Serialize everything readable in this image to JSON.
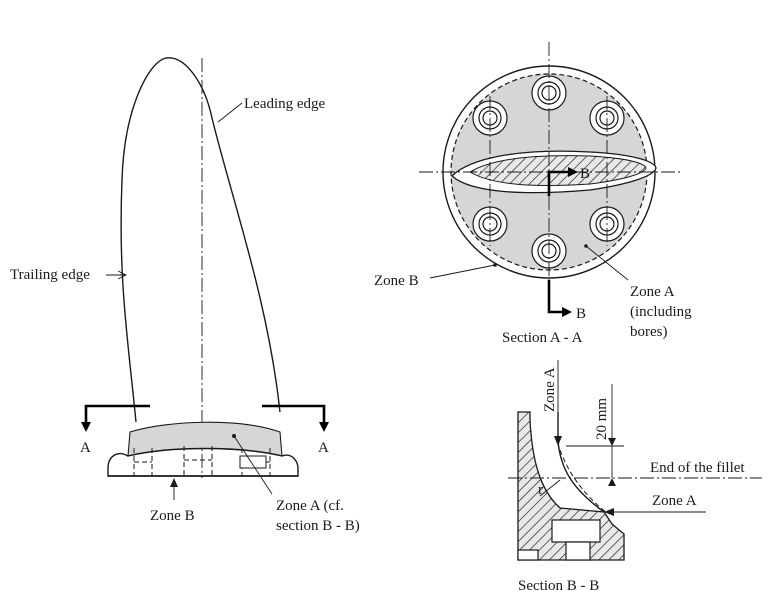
{
  "blade_view": {
    "leading_edge": "Leading edge",
    "trailing_edge": "Trailing edge",
    "cut_left": "A",
    "cut_right": "A",
    "zone_b": "Zone B",
    "zone_a_line1": "Zone A (cf.",
    "zone_a_line2": "section B - B)"
  },
  "section_aa": {
    "title": "Section A - A",
    "zone_b": "Zone B",
    "zone_a_line1": "Zone A",
    "zone_a_line2": "(including",
    "zone_a_line3": "bores)",
    "cut_top": "B",
    "cut_bottom": "B"
  },
  "section_bb": {
    "title": "Section B - B",
    "zone_a_vertical": "Zone A",
    "dimension": "20 mm",
    "fillet_label": "End of the fillet",
    "zone_a": "Zone A",
    "radius": "r"
  },
  "colors": {
    "zone_fill": "#d6d6d6",
    "line": "#1a1a1a"
  }
}
